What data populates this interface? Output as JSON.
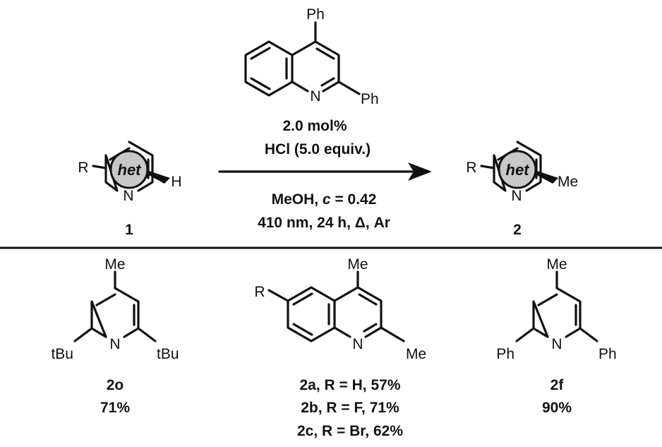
{
  "scheme": {
    "catalyst": {
      "substituent_top": "Ph",
      "substituent_right": "Ph",
      "ring_atom": "N",
      "loading": "2.0 mol%"
    },
    "additive": "HCl (5.0 equiv.)",
    "solvent_prefix": "MeOH, ",
    "conc_symbol": "c",
    "conc_value": " = 0.42",
    "conditions": "410 nm, 24 h, Δ, Ar",
    "reactant": {
      "substituent": "R",
      "core_label": "het",
      "replaced_atom": "H",
      "ring_atom": "N",
      "number": "1"
    },
    "product": {
      "substituent": "R",
      "core_label": "het",
      "new_group": "Me",
      "ring_atom": "N",
      "number": "2"
    }
  },
  "examples": [
    {
      "id": "2o",
      "top_group": "Me",
      "left_group": "tBu",
      "right_group": "tBu",
      "ring_atom": "N",
      "lines": [
        "2o",
        "71%"
      ]
    },
    {
      "id": "2abc",
      "top_group": "Me",
      "r_group": "R",
      "right_group": "Me",
      "ring_atom": "N",
      "lines": [
        "2a, R = H, 57%",
        "2b, R = F, 71%",
        "2c, R = Br, 62%"
      ]
    },
    {
      "id": "2f",
      "top_group": "Me",
      "left_group": "Ph",
      "right_group": "Ph",
      "ring_atom": "N",
      "lines": [
        "2f",
        "90%"
      ]
    }
  ]
}
